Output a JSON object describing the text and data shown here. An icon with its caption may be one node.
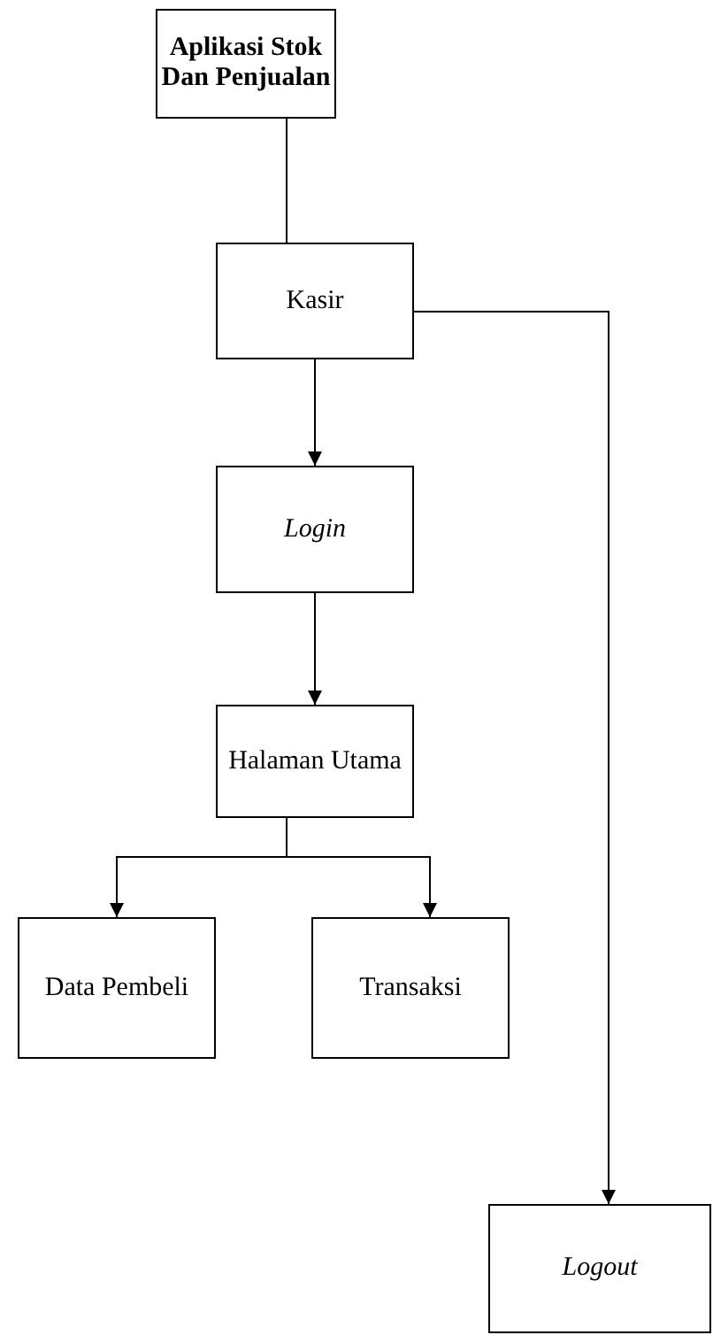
{
  "diagram": {
    "nodes": [
      {
        "text": [
          "Aplikasi Stok Dan Penjualan"
        ]
      },
      {
        "text": [
          "Kasir"
        ]
      },
      {
        "text": [
          "Login"
        ]
      },
      {
        "text": [
          "Halaman Utama"
        ]
      },
      {
        "text": [
          "Data Pembeli"
        ]
      },
      {
        "text": [
          "Transaksi"
        ]
      },
      {
        "text": [
          "Logout"
        ]
      }
    ],
    "edges": [
      {
        "from": 0,
        "to": 1,
        "arrow": "none"
      },
      {
        "from": 1,
        "to": 2,
        "arrow": "to"
      },
      {
        "from": 2,
        "to": 3,
        "arrow": "to"
      },
      {
        "from": 3,
        "to": 4,
        "arrow": "to"
      },
      {
        "from": 3,
        "to": 5,
        "arrow": "to"
      },
      {
        "from": 1,
        "to": 6,
        "arrow": "to"
      }
    ]
  }
}
